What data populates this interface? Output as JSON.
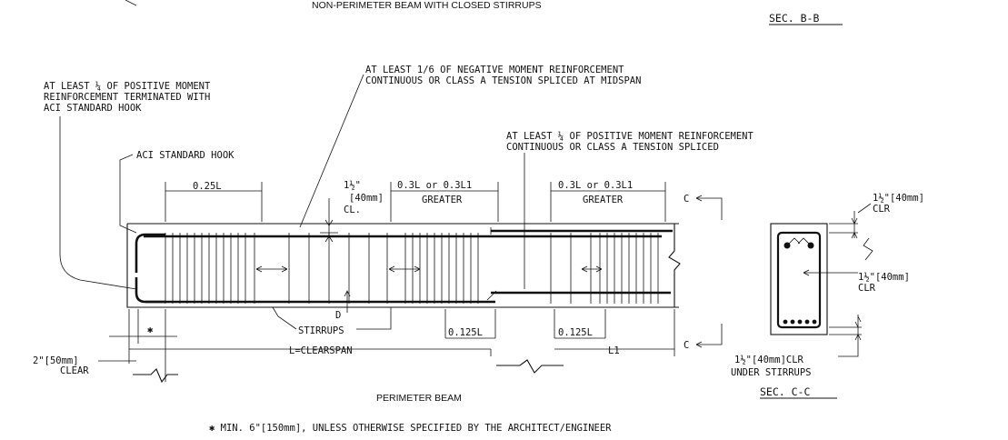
{
  "header": {
    "nonperimeter_caption": "NON-PERIMETER BEAM WITH CLOSED STIRRUPS",
    "section_bb": "SEC. B-B"
  },
  "notes": {
    "pos_terminated": [
      "AT LEAST ¼ OF POSITIVE MOMENT",
      "REINFORCEMENT TERMINATED WITH",
      "ACI STANDARD HOOK"
    ],
    "neg_continuous": [
      "AT LEAST 1/6 OF NEGATIVE MOMENT REINFORCEMENT",
      "CONTINUOUS OR CLASS A TENSION SPLICED AT MIDSPAN"
    ],
    "pos_continuous": [
      "AT LEAST ¼ OF POSITIVE MOMENT REINFORCEMENT",
      "CONTINUOUS OR CLASS A TENSION SPLICED"
    ],
    "aci_hook": "ACI STANDARD HOOK"
  },
  "dimensions": {
    "d025L": "0.25L",
    "d03L_a": "0.3L or 0.3L1",
    "greater_a": "GREATER",
    "d03L_b": "0.3L or 0.3L1",
    "greater_b": "GREATER",
    "cover_top": [
      "1½\"",
      "[40mm]",
      "CL."
    ],
    "d_label": "D",
    "stirrups": "STIRRUPS",
    "clearspan": "L=CLEARSPAN",
    "d0125L_a": "0.125L",
    "d0125L_b": "0.125L",
    "l1": "L1",
    "clear_2in": [
      "2\"[50mm]",
      "CLEAR"
    ],
    "star": "✱"
  },
  "section_cc": {
    "cut_c": "C",
    "clr_top": [
      "1½\"[40mm]",
      "CLR"
    ],
    "clr_side": [
      "1½\"[40mm]",
      "CLR"
    ],
    "clr_bottom": [
      "1½\"[40mm]CLR",
      "UNDER STIRRUPS"
    ],
    "title": "SEC. C-C"
  },
  "captions": {
    "perimeter_beam": "PERIMETER BEAM",
    "footnote": "✱ MIN. 6\"[150mm], UNLESS OTHERWISE SPECIFIED BY THE ARCHITECT/ENGINEER"
  }
}
